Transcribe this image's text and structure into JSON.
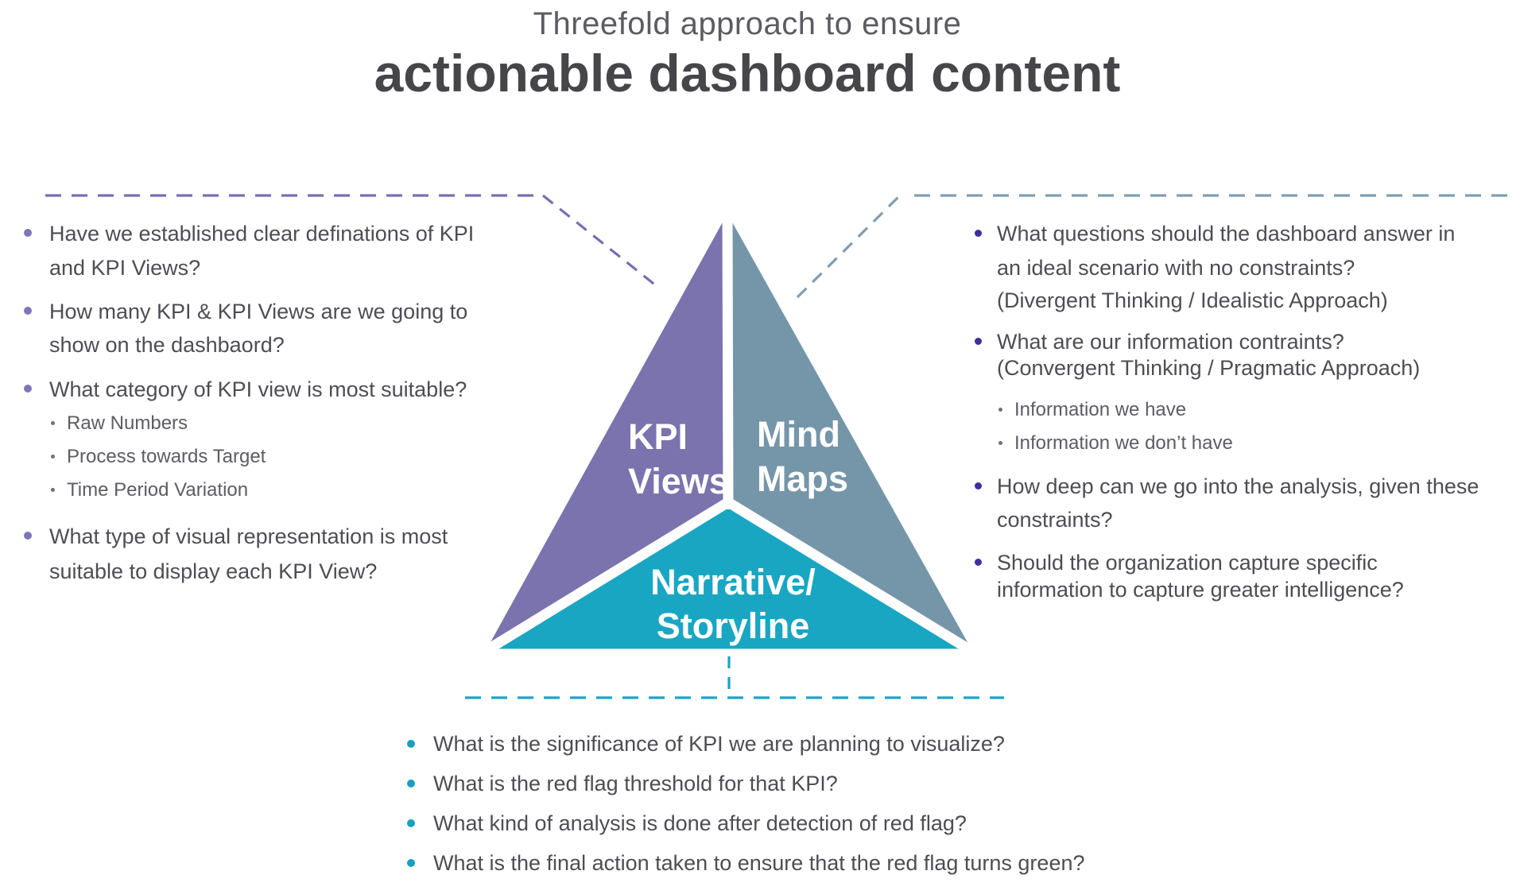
{
  "title": {
    "line1": "Threefold approach to ensure",
    "line2": "actionable dashboard content"
  },
  "colors": {
    "purple_segment": "#7a73ad",
    "steel_segment": "#7596a9",
    "teal_segment": "#19a6c3",
    "purple_dash": "#7370b2",
    "steel_dash": "#7f9eb0",
    "teal_dash": "#1ba4c6",
    "left_bullet": "#7d77b8",
    "right_bullet": "#3c31a3",
    "bottom_bullet": "#189fc2",
    "body_text": "#4d4d55"
  },
  "triangle": {
    "kpi_views": {
      "line1": "KPI",
      "line2": "Views"
    },
    "mind_maps": {
      "line1": "Mind",
      "line2": "Maps"
    },
    "narrative": {
      "line1": "Narrative/",
      "line2": "Storyline"
    }
  },
  "kpi_questions": {
    "item1": {
      "line1": "Have we established clear definations of KPI",
      "line2": "and KPI Views?"
    },
    "item2": {
      "line1": "How many KPI & KPI Views are we going to",
      "line2": "show on the dashbaord?"
    },
    "item3": {
      "line1": "What category of KPI view is most suitable?"
    },
    "item3_subs": {
      "sub1": "Raw Numbers",
      "sub2": "Process towards Target",
      "sub3": "Time Period Variation"
    },
    "item4": {
      "line1": "What type of visual representation is most",
      "line2": "suitable to display each KPI View?"
    }
  },
  "mindmap_questions": {
    "item1": {
      "line1": "What questions should the dashboard answer in",
      "line2": "an ideal scenario with no constraints?",
      "line3": "(Divergent Thinking / Idealistic Approach)"
    },
    "item2": {
      "line1": "What are our information contraints?",
      "line2": "(Convergent Thinking / Pragmatic Approach)"
    },
    "item2_subs": {
      "sub1": "Information we have",
      "sub2": "Information we don’t have"
    },
    "item3": {
      "line1": "How deep can we go into the analysis, given these",
      "line2": "constraints?"
    },
    "item4": {
      "line1": "Should the organization capture specific",
      "line2": "information to capture greater intelligence?"
    }
  },
  "narrative_questions": {
    "item1": "What is the significance of KPI we are planning to visualize?",
    "item2": "What is the red flag threshold for that KPI?",
    "item3": "What kind of analysis is done after detection of red flag?",
    "item4": "What is the final action taken to ensure that the red flag turns green?"
  }
}
